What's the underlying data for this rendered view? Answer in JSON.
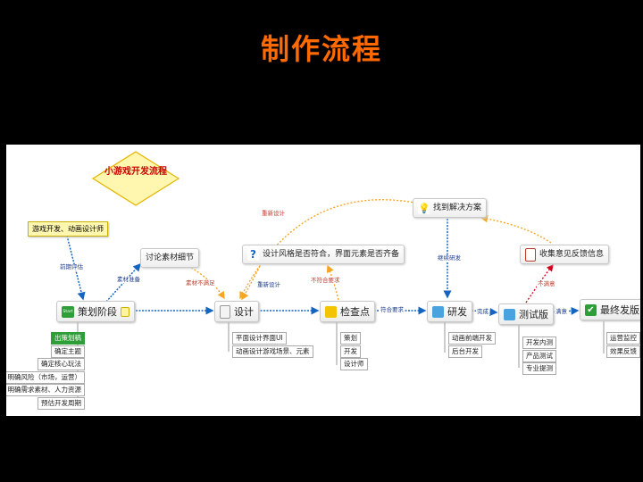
{
  "slide_title": "制作流程",
  "diagram_title": "小游戏开发流程",
  "roles_box": "游戏开发、动画设计师",
  "stages": {
    "planning": "策划阶段",
    "design": "设计",
    "checkpoint": "检查点",
    "rnd": "研发",
    "beta": "测试版",
    "release": "最终发版"
  },
  "start_badge": "Start",
  "callouts": {
    "discuss": "讨论素材细节",
    "style_check": "设计风格是否符合，界面元素是否齐备",
    "solution": "找到解决方案",
    "feedback": "收集意见反馈信息"
  },
  "edge_labels": {
    "prelim_eval": "前期评估",
    "material_prep": "素材准备",
    "material_unsatisfied": "素材不满足",
    "redesign_top": "重新设计",
    "redesign": "重新设计",
    "not_meet": "不符合要求",
    "meets": "符合要求",
    "find_rnd": "继续研发",
    "done": "完成",
    "unsatisfied": "不满意",
    "satisfied": "满意"
  },
  "planning_items": [
    "出策划稿",
    "确定主题",
    "确定核心玩法",
    "明确风险（市场，运营）",
    "明确需求素材、人力资源",
    "预估开发周期"
  ],
  "design_items": [
    "平面设计界面UI",
    "动画设计游戏场景、元素"
  ],
  "checkpoint_items": [
    "策划",
    "开发",
    "设计师"
  ],
  "rnd_items": [
    "动画前端开发",
    "后台开发"
  ],
  "beta_items": [
    "开发内测",
    "产品测试",
    "专业提测"
  ],
  "release_items": [
    "运营监控",
    "效果反馈"
  ],
  "colors": {
    "title": "#ff6a00",
    "flow_arrow": "#1565c0",
    "loop_arrow": "#f5a623",
    "red_arrow": "#d0021b",
    "highlight": "#2e9e39"
  }
}
